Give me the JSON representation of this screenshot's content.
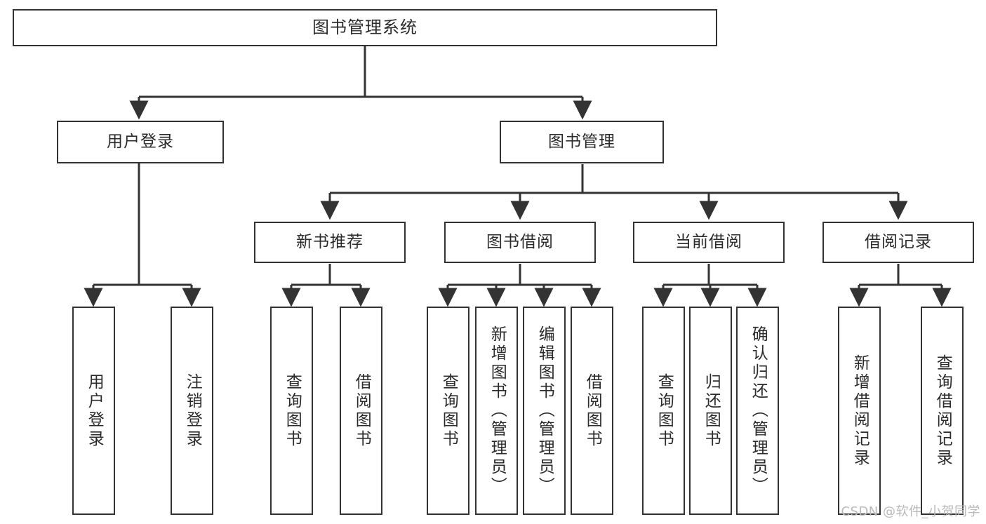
{
  "diagram": {
    "title": "图书管理系统",
    "type": "tree",
    "colors": {
      "box_border": "#333333",
      "box_fill": "#ffffff",
      "connector": "#333333",
      "text": "#2b2b2b",
      "watermark": "#b9b9b9"
    },
    "nodes": {
      "root": {
        "label": "图书管理系统"
      },
      "level2": [
        {
          "label": "用户登录"
        },
        {
          "label": "图书管理"
        }
      ],
      "level3": [
        {
          "label": "新书推荐"
        },
        {
          "label": "图书借阅"
        },
        {
          "label": "当前借阅"
        },
        {
          "label": "借阅记录"
        }
      ],
      "leaves": {
        "user_login": [
          {
            "label": "用户登录"
          },
          {
            "label": "注销登录"
          }
        ],
        "new_book_recommend": [
          {
            "label": "查询图书"
          },
          {
            "label": "借阅图书"
          }
        ],
        "book_borrow": [
          {
            "label": "查询图书"
          },
          {
            "label": "新增图书（管理员）"
          },
          {
            "label": "编辑图书（管理员）"
          },
          {
            "label": "借阅图书"
          }
        ],
        "current_borrow": [
          {
            "label": "查询图书"
          },
          {
            "label": "归还图书"
          },
          {
            "label": "确认归还（管理员）"
          }
        ],
        "borrow_record": [
          {
            "label": "新增借阅记录"
          },
          {
            "label": "查询借阅记录"
          }
        ]
      }
    },
    "watermark": "CSDN @软件_小贺同学"
  }
}
